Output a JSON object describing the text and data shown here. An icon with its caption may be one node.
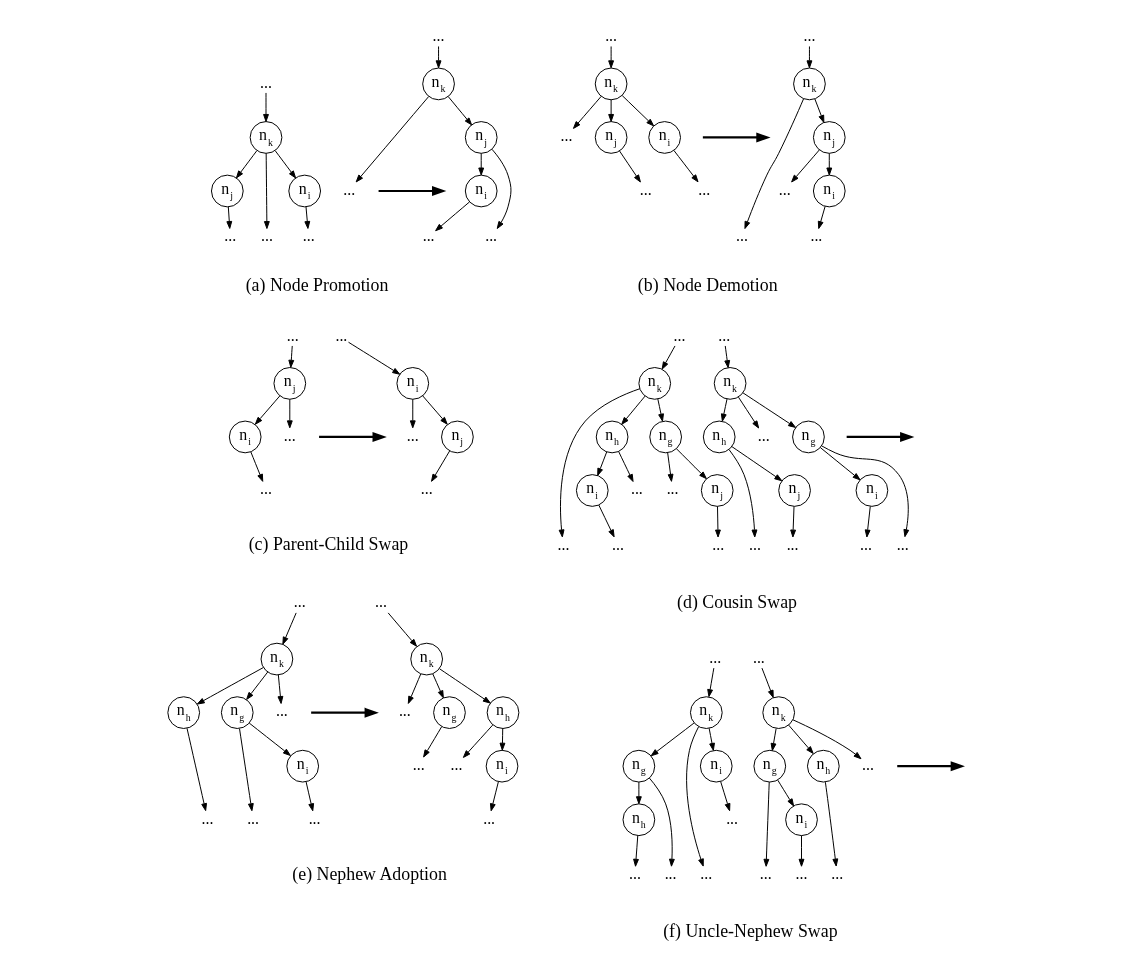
{
  "diagram": {
    "nodes": [
      {
        "text": [
          "..."
        ]
      },
      {
        "text": [
          "n$_{k}$"
        ]
      },
      {
        "text": [
          "n$_{j}$"
        ]
      },
      {
        "text": [
          "..."
        ]
      },
      {
        "text": [
          "n$_{i}$"
        ]
      },
      {
        "text": [
          "..."
        ]
      },
      {
        "text": [
          "..."
        ]
      },
      {
        "text": [
          "..."
        ]
      },
      {
        "text": [
          "n$_{k}$"
        ]
      },
      {
        "text": [
          "n$_{j}$"
        ]
      },
      {
        "text": [
          "n$_{i}$"
        ]
      },
      {
        "text": [
          "..."
        ]
      },
      {
        "text": [
          "..."
        ]
      },
      {
        "text": [
          "..."
        ]
      },
      {
        "text": [
          "..."
        ]
      },
      {
        "text": [
          "n$_{k}$"
        ]
      },
      {
        "text": [
          "n$_{j}$"
        ]
      },
      {
        "text": [
          "n$_{i}$"
        ]
      },
      {
        "text": [
          "..."
        ]
      },
      {
        "text": [
          "..."
        ]
      },
      {
        "text": [
          "..."
        ]
      },
      {
        "text": [
          "..."
        ]
      },
      {
        "text": [
          "n$_{k}$"
        ]
      },
      {
        "text": [
          "n$_{j}$"
        ]
      },
      {
        "text": [
          "..."
        ]
      },
      {
        "text": [
          "n$_{i}$"
        ]
      },
      {
        "text": [
          "..."
        ]
      },
      {
        "text": [
          "..."
        ]
      },
      {
        "text": [
          "..."
        ]
      },
      {
        "text": [
          "n$_{j}$"
        ]
      },
      {
        "text": [
          "n$_{i}$"
        ]
      },
      {
        "text": [
          "..."
        ]
      },
      {
        "text": [
          "..."
        ]
      },
      {
        "text": [
          "..."
        ]
      },
      {
        "text": [
          "n$_{i}$"
        ]
      },
      {
        "text": [
          "n$_{j}$"
        ]
      },
      {
        "text": [
          "..."
        ]
      },
      {
        "text": [
          "..."
        ]
      },
      {
        "text": [
          "..."
        ]
      },
      {
        "text": [
          "n$_{k}$"
        ]
      },
      {
        "text": [
          "n$_{g}$"
        ]
      },
      {
        "text": [
          "n$_{h}$"
        ]
      },
      {
        "text": [
          "..."
        ]
      },
      {
        "text": [
          "n$_{i}$"
        ]
      },
      {
        "text": [
          "..."
        ]
      },
      {
        "text": [
          "n$_{j}$"
        ]
      },
      {
        "text": [
          "..."
        ]
      },
      {
        "text": [
          "..."
        ]
      },
      {
        "text": [
          "..."
        ]
      },
      {
        "text": [
          "..."
        ]
      },
      {
        "text": [
          "n$_{k}$"
        ]
      },
      {
        "text": [
          "n$_{g}$"
        ]
      },
      {
        "text": [
          "n$_{h}$"
        ]
      },
      {
        "text": [
          "..."
        ]
      },
      {
        "text": [
          "n$_{j}$"
        ]
      },
      {
        "text": [
          "..."
        ]
      },
      {
        "text": [
          "n$_{i}$"
        ]
      },
      {
        "text": [
          "..."
        ]
      },
      {
        "text": [
          "..."
        ]
      },
      {
        "text": [
          "..."
        ]
      },
      {
        "text": [
          "..."
        ]
      },
      {
        "text": [
          "n$_{k}$"
        ]
      },
      {
        "text": [
          "n$_{g}$"
        ]
      },
      {
        "text": [
          "n$_{h}$"
        ]
      },
      {
        "text": [
          "..."
        ]
      },
      {
        "text": [
          "n$_{i}$"
        ]
      },
      {
        "text": [
          "..."
        ]
      },
      {
        "text": [
          "..."
        ]
      },
      {
        "text": [
          "..."
        ]
      },
      {
        "text": [
          "..."
        ]
      },
      {
        "text": [
          "n$_{k}$"
        ]
      },
      {
        "text": [
          "n$_{g}$"
        ]
      },
      {
        "text": [
          "n$_{h}$"
        ]
      },
      {
        "text": [
          "..."
        ]
      },
      {
        "text": [
          "..."
        ]
      },
      {
        "text": [
          "n$_{i}$"
        ]
      },
      {
        "text": [
          "..."
        ]
      },
      {
        "text": [
          "..."
        ]
      },
      {
        "text": [
          "..."
        ]
      },
      {
        "text": [
          "n$_{k}$"
        ]
      },
      {
        "text": [
          "n$_{g}$"
        ]
      },
      {
        "text": [
          "n$_{h}$"
        ]
      },
      {
        "text": [
          "..."
        ]
      },
      {
        "text": [
          "n$_{i}$"
        ]
      },
      {
        "text": [
          "..."
        ]
      },
      {
        "text": [
          "..."
        ]
      },
      {
        "text": [
          "..."
        ]
      },
      {
        "text": [
          "..."
        ]
      },
      {
        "text": [
          "n$_{k}$"
        ]
      },
      {
        "text": [
          "n$_{g}$"
        ]
      },
      {
        "text": [
          "n$_{i}$"
        ]
      },
      {
        "text": [
          "..."
        ]
      },
      {
        "text": [
          "n$_{h}$"
        ]
      },
      {
        "text": [
          "..."
        ]
      },
      {
        "text": [
          "..."
        ]
      },
      {
        "text": [
          "..."
        ]
      }
    ],
    "edges": [
      {
        "from": 0,
        "to": 1,
        "arrow": "to"
      },
      {
        "from": 1,
        "to": 2,
        "arrow": "to"
      },
      {
        "from": 1,
        "to": 3,
        "arrow": "to"
      },
      {
        "from": 2,
        "to": 4,
        "arrow": "to"
      },
      {
        "from": 2,
        "to": 5,
        "arrow": "to"
      },
      {
        "from": 4,
        "to": 6,
        "arrow": "to"
      },
      {
        "from": 7,
        "to": 8,
        "arrow": "to"
      },
      {
        "from": 8,
        "to": 9,
        "arrow": "to"
      },
      {
        "from": 8,
        "to": 10,
        "arrow": "to"
      },
      {
        "from": 8,
        "to": 11,
        "arrow": "to"
      },
      {
        "from": 9,
        "to": 12,
        "arrow": "to"
      },
      {
        "from": 10,
        "to": 13,
        "arrow": "to"
      },
      {
        "from": 14,
        "to": 15,
        "arrow": "to"
      },
      {
        "from": 15,
        "to": 16,
        "arrow": "to"
      },
      {
        "from": 15,
        "to": 17,
        "arrow": "to"
      },
      {
        "from": 15,
        "to": 18,
        "arrow": "to"
      },
      {
        "from": 16,
        "to": 19,
        "arrow": "to"
      },
      {
        "from": 17,
        "to": 20,
        "arrow": "to"
      },
      {
        "from": 21,
        "to": 22,
        "arrow": "to"
      },
      {
        "from": 22,
        "to": 23,
        "arrow": "to"
      },
      {
        "from": 22,
        "to": 24,
        "arrow": "to"
      },
      {
        "from": 23,
        "to": 25,
        "arrow": "to"
      },
      {
        "from": 23,
        "to": 26,
        "arrow": "to"
      },
      {
        "from": 25,
        "to": 27,
        "arrow": "to"
      },
      {
        "from": 28,
        "to": 29,
        "arrow": "to"
      },
      {
        "from": 29,
        "to": 30,
        "arrow": "to"
      },
      {
        "from": 29,
        "to": 31,
        "arrow": "to"
      },
      {
        "from": 30,
        "to": 32,
        "arrow": "to"
      },
      {
        "from": 33,
        "to": 34,
        "arrow": "to"
      },
      {
        "from": 34,
        "to": 35,
        "arrow": "to"
      },
      {
        "from": 34,
        "to": 36,
        "arrow": "to"
      },
      {
        "from": 35,
        "to": 37,
        "arrow": "to"
      },
      {
        "from": 38,
        "to": 39,
        "arrow": "to"
      },
      {
        "from": 39,
        "to": 40,
        "arrow": "to"
      },
      {
        "from": 39,
        "to": 41,
        "arrow": "to"
      },
      {
        "from": 39,
        "to": 42,
        "arrow": "to"
      },
      {
        "from": 40,
        "to": 43,
        "arrow": "to"
      },
      {
        "from": 40,
        "to": 44,
        "arrow": "to"
      },
      {
        "from": 41,
        "to": 45,
        "arrow": "to"
      },
      {
        "from": 41,
        "to": 46,
        "arrow": "to"
      },
      {
        "from": 43,
        "to": 47,
        "arrow": "to"
      },
      {
        "from": 45,
        "to": 48,
        "arrow": "to"
      },
      {
        "from": 49,
        "to": 50,
        "arrow": "to"
      },
      {
        "from": 50,
        "to": 51,
        "arrow": "to"
      },
      {
        "from": 50,
        "to": 52,
        "arrow": "to"
      },
      {
        "from": 50,
        "to": 53,
        "arrow": "to"
      },
      {
        "from": 51,
        "to": 54,
        "arrow": "to"
      },
      {
        "from": 51,
        "to": 55,
        "arrow": "to"
      },
      {
        "from": 52,
        "to": 56,
        "arrow": "to"
      },
      {
        "from": 52,
        "to": 57,
        "arrow": "to"
      },
      {
        "from": 54,
        "to": 58,
        "arrow": "to"
      },
      {
        "from": 56,
        "to": 59,
        "arrow": "to"
      },
      {
        "from": 60,
        "to": 61,
        "arrow": "to"
      },
      {
        "from": 61,
        "to": 62,
        "arrow": "to"
      },
      {
        "from": 61,
        "to": 63,
        "arrow": "to"
      },
      {
        "from": 61,
        "to": 64,
        "arrow": "to"
      },
      {
        "from": 62,
        "to": 65,
        "arrow": "to"
      },
      {
        "from": 62,
        "to": 66,
        "arrow": "to"
      },
      {
        "from": 63,
        "to": 67,
        "arrow": "to"
      },
      {
        "from": 65,
        "to": 68,
        "arrow": "to"
      },
      {
        "from": 69,
        "to": 70,
        "arrow": "to"
      },
      {
        "from": 70,
        "to": 71,
        "arrow": "to"
      },
      {
        "from": 70,
        "to": 72,
        "arrow": "to"
      },
      {
        "from": 70,
        "to": 73,
        "arrow": "to"
      },
      {
        "from": 71,
        "to": 74,
        "arrow": "to"
      },
      {
        "from": 72,
        "to": 75,
        "arrow": "to"
      },
      {
        "from": 72,
        "to": 76,
        "arrow": "to"
      },
      {
        "from": 75,
        "to": 77,
        "arrow": "to"
      },
      {
        "from": 78,
        "to": 79,
        "arrow": "to"
      },
      {
        "from": 79,
        "to": 80,
        "arrow": "to"
      },
      {
        "from": 79,
        "to": 81,
        "arrow": "to"
      },
      {
        "from": 79,
        "to": 82,
        "arrow": "to"
      },
      {
        "from": 80,
        "to": 83,
        "arrow": "to"
      },
      {
        "from": 80,
        "to": 84,
        "arrow": "to"
      },
      {
        "from": 81,
        "to": 85,
        "arrow": "to"
      },
      {
        "from": 83,
        "to": 86,
        "arrow": "to"
      },
      {
        "from": 87,
        "to": 88,
        "arrow": "to"
      },
      {
        "from": 88,
        "to": 89,
        "arrow": "to"
      },
      {
        "from": 88,
        "to": 90,
        "arrow": "to"
      },
      {
        "from": 88,
        "to": 91,
        "arrow": "to"
      },
      {
        "from": 89,
        "to": 92,
        "arrow": "to"
      },
      {
        "from": 89,
        "to": 93,
        "arrow": "to"
      },
      {
        "from": 90,
        "to": 94,
        "arrow": "to"
      },
      {
        "from": 92,
        "to": 95,
        "arrow": "to"
      }
    ],
    "labels": [
      "(a) Node Promotion",
      "(b) Node Demotion",
      "(c) Parent-Child Swap",
      "(d) Cousin Swap",
      "(e) Nephew Adoption",
      "(f) Uncle-Nephew Swap"
    ]
  }
}
